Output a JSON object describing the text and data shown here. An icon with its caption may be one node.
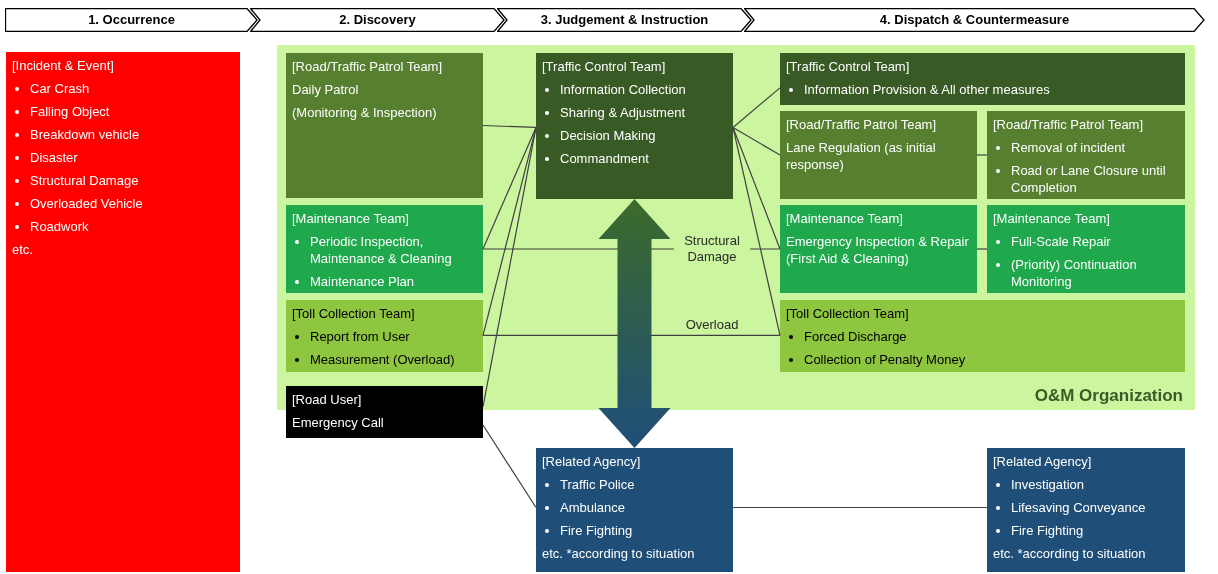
{
  "diagram": {
    "nodes": [
      {
        "text": [
          "1. Occurrence"
        ]
      },
      {
        "text": [
          "2. Discovery"
        ]
      },
      {
        "text": [
          "3. Judgement & Instruction"
        ]
      },
      {
        "text": [
          "4. Dispatch & Countermeasure"
        ]
      },
      {
        "text": [
          "[Incident & Event]",
          "Car Crash",
          "Falling Object",
          "Breakdown vehicle",
          "Disaster",
          "Structural Damage",
          "Overloaded Vehicle",
          "Roadwork",
          "etc."
        ]
      },
      {
        "text": [
          "O&M Organization"
        ]
      },
      {
        "text": [
          "[Road/Traffic Patrol Team]",
          "Daily Patrol",
          "(Monitoring & Inspection)"
        ],
        "in": 5
      },
      {
        "text": [
          "[Maintenance Team]",
          "Periodic Inspection, Maintenance & Cleaning",
          "Maintenance Plan"
        ],
        "in": 5
      },
      {
        "text": [
          "[Toll Collection Team]",
          "Report from User",
          "Measurement (Overload)"
        ],
        "in": 5
      },
      {
        "text": [
          "[Traffic Control Team]",
          "Information Collection",
          "Sharing & Adjustment",
          "Decision Making",
          "Commandment"
        ],
        "in": 5
      },
      {
        "text": [
          "[Traffic Control Team]",
          "Information Provision & All other measures"
        ],
        "in": 5
      },
      {
        "text": [
          "[Road/Traffic Patrol Team]",
          "Lane Regulation (as initial response)"
        ],
        "in": 5
      },
      {
        "text": [
          "[Road/Traffic Patrol Team]",
          "Removal of incident",
          "Road or Lane Closure until Completion"
        ],
        "in": 5
      },
      {
        "text": [
          "[Maintenance Team]",
          "Emergency Inspection & Repair (First Aid & Cleaning)"
        ],
        "in": 5
      },
      {
        "text": [
          "[Maintenance Team]",
          "Full-Scale Repair",
          "(Priority) Continuation Monitoring"
        ],
        "in": 5
      },
      {
        "text": [
          "[Toll Collection Team]",
          "Forced Discharge",
          "Collection of Penalty Money"
        ],
        "in": 5
      },
      {
        "text": [
          "[Road User]",
          "Emergency Call"
        ]
      },
      {
        "text": [
          "[Related Agency]",
          "Traffic Police",
          "Ambulance",
          "Fire Fighting",
          "etc. *according to situation"
        ]
      },
      {
        "text": [
          "[Related Agency]",
          "Investigation",
          "Lifesaving Conveyance",
          "Fire Fighting",
          "etc. *according to situation"
        ]
      }
    ],
    "edges": [
      {
        "from": 6,
        "to": 9,
        "arrow": "none"
      },
      {
        "from": 9,
        "to": 7,
        "arrow": "none"
      },
      {
        "from": 9,
        "to": 8,
        "arrow": "none"
      },
      {
        "from": 9,
        "to": 16,
        "arrow": "none"
      },
      {
        "from": 7,
        "to": 13,
        "arrow": "none",
        "label": "Structural Damage"
      },
      {
        "from": 8,
        "to": 15,
        "arrow": "none",
        "label": "Overload"
      },
      {
        "from": 9,
        "to": 10,
        "arrow": "none"
      },
      {
        "from": 9,
        "to": 11,
        "arrow": "none"
      },
      {
        "from": 9,
        "to": 13,
        "arrow": "none"
      },
      {
        "from": 9,
        "to": 15,
        "arrow": "none"
      },
      {
        "from": 11,
        "to": 12,
        "arrow": "none"
      },
      {
        "from": 13,
        "to": 14,
        "arrow": "none"
      },
      {
        "from": 16,
        "to": 17,
        "arrow": "none"
      },
      {
        "from": 17,
        "to": 18,
        "arrow": "none"
      },
      {
        "from": 9,
        "to": 17,
        "arrow": "both",
        "style": "thick",
        "color": "#1f4e79"
      }
    ]
  }
}
